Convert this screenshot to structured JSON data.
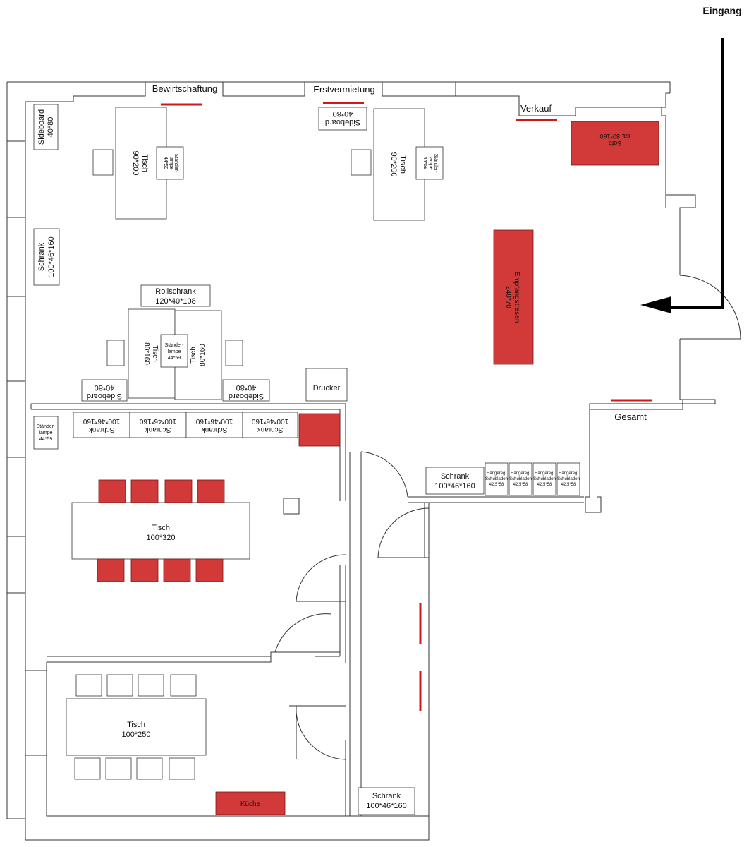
{
  "entrance": {
    "label": "Eingang"
  },
  "zones": {
    "bewirtschaftung": "Bewirtschaftung",
    "erstvermietung": "Erstvermietung",
    "verkauf": "Verkauf",
    "gesamt": "Gesamt"
  },
  "furniture": {
    "sideboard_top_left": {
      "name": "Sideboard",
      "size": "40*80"
    },
    "schrank_left": {
      "name": "Schrank",
      "size": "100*46*160"
    },
    "tisch_1": {
      "name": "Tisch",
      "size": "90*200"
    },
    "lampe_1": {
      "name": "Ständer-",
      "name2": "lampe",
      "size": "44*59"
    },
    "sideboard_top_mid": {
      "name": "Sideboard",
      "size": "40*80"
    },
    "tisch_2": {
      "name": "Tisch",
      "size": "90*200"
    },
    "lampe_2": {
      "name": "Ständer-",
      "name2": "lampe",
      "size": "44*59"
    },
    "sofa": {
      "name": "Sofa",
      "size": "ca. 80*160"
    },
    "empfang": {
      "name": "Empfangstresen",
      "size": "240*70"
    },
    "rollschrank": {
      "name": "Rollschrank",
      "size": "120*40*108"
    },
    "tisch_3": {
      "name": "Tisch",
      "size": "80*160"
    },
    "tisch_4": {
      "name": "Tisch",
      "size": "80*160"
    },
    "lampe_3": {
      "name": "Ständer-",
      "name2": "lampe",
      "size": "44*59"
    },
    "sideboard_bl": {
      "name": "Sideboard",
      "size": "40*80"
    },
    "sideboard_br": {
      "name": "Sideboard",
      "size": "40*80"
    },
    "drucker": {
      "name": "Drucker"
    },
    "schrank_row": [
      {
        "name": "Schrank",
        "size": "100*46*160"
      },
      {
        "name": "Schrank",
        "size": "100*46*160"
      },
      {
        "name": "Schrank",
        "size": "100*46*160"
      },
      {
        "name": "Schrank",
        "size": "100*46*160"
      }
    ],
    "lampe_4": {
      "name": "Ständer-",
      "name2": "lampe",
      "size": "44*59"
    },
    "schrank_right": {
      "name": "Schrank",
      "size": "100*46*160"
    },
    "haengereg": [
      {
        "l1": "Hängereg.",
        "l2": "Schubladen",
        "size": "42.5*58"
      },
      {
        "l1": "Hängereg.",
        "l2": "Schubladen",
        "size": "42.5*58"
      },
      {
        "l1": "Hängereg.",
        "l2": "Schubladen",
        "size": "42.5*58"
      },
      {
        "l1": "Hängereg.",
        "l2": "Schubladen",
        "size": "42.5*58"
      }
    ],
    "tisch_meeting": {
      "name": "Tisch",
      "size": "100*320"
    },
    "tisch_kitchen": {
      "name": "Tisch",
      "size": "100*250"
    },
    "kueche": {
      "name": "Küche"
    },
    "schrank_bottom": {
      "name": "Schrank",
      "size": "100*46*160"
    }
  },
  "colors": {
    "accent": "#d23a3a",
    "line": "#222222",
    "redline": "#d01818"
  }
}
